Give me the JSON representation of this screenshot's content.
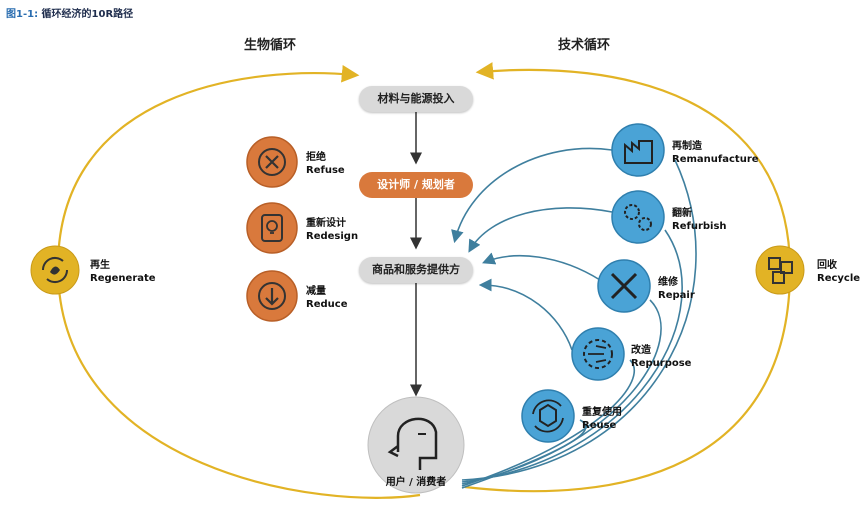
{
  "figure_title": {
    "num": "图1-1:",
    "text": " 循环经济的10R路径"
  },
  "sections": {
    "bio": "生物循环",
    "tech": "技术循环"
  },
  "flow": {
    "materials": "材料与能源投入",
    "designer": "设计师 / 规划者",
    "goods": "商品和服务提供方",
    "user": "用户 / 消费者"
  },
  "left_items": [
    {
      "zh": "拒绝",
      "en": "Refuse",
      "icon": "close-circle-icon"
    },
    {
      "zh": "重新设计",
      "en": "Redesign",
      "icon": "lightbulb-scroll-icon"
    },
    {
      "zh": "减量",
      "en": "Reduce",
      "icon": "down-arrow-icon"
    }
  ],
  "right_items": [
    {
      "zh": "再制造",
      "en": "Remanufacture",
      "icon": "factory-icon"
    },
    {
      "zh": "翻新",
      "en": "Refurbish",
      "icon": "gears-icon"
    },
    {
      "zh": "维修",
      "en": "Repair",
      "icon": "wrench-screwdriver-icon"
    },
    {
      "zh": "改造",
      "en": "Repurpose",
      "icon": "circuit-gear-icon"
    },
    {
      "zh": "重复使用",
      "en": "Reuse",
      "icon": "box-cycle-icon"
    }
  ],
  "regenerate": {
    "zh": "再生",
    "en": "Regenerate",
    "icon": "leaf-cycle-icon"
  },
  "recycle": {
    "zh": "回收",
    "en": "Recycle",
    "icon": "cubes-icon"
  },
  "colors": {
    "gold": "#e2b325",
    "orange": "#d9793c",
    "blue": "#4aa3d6",
    "arrow_blue": "#3f7f9e",
    "grey": "#d9d9d9"
  }
}
